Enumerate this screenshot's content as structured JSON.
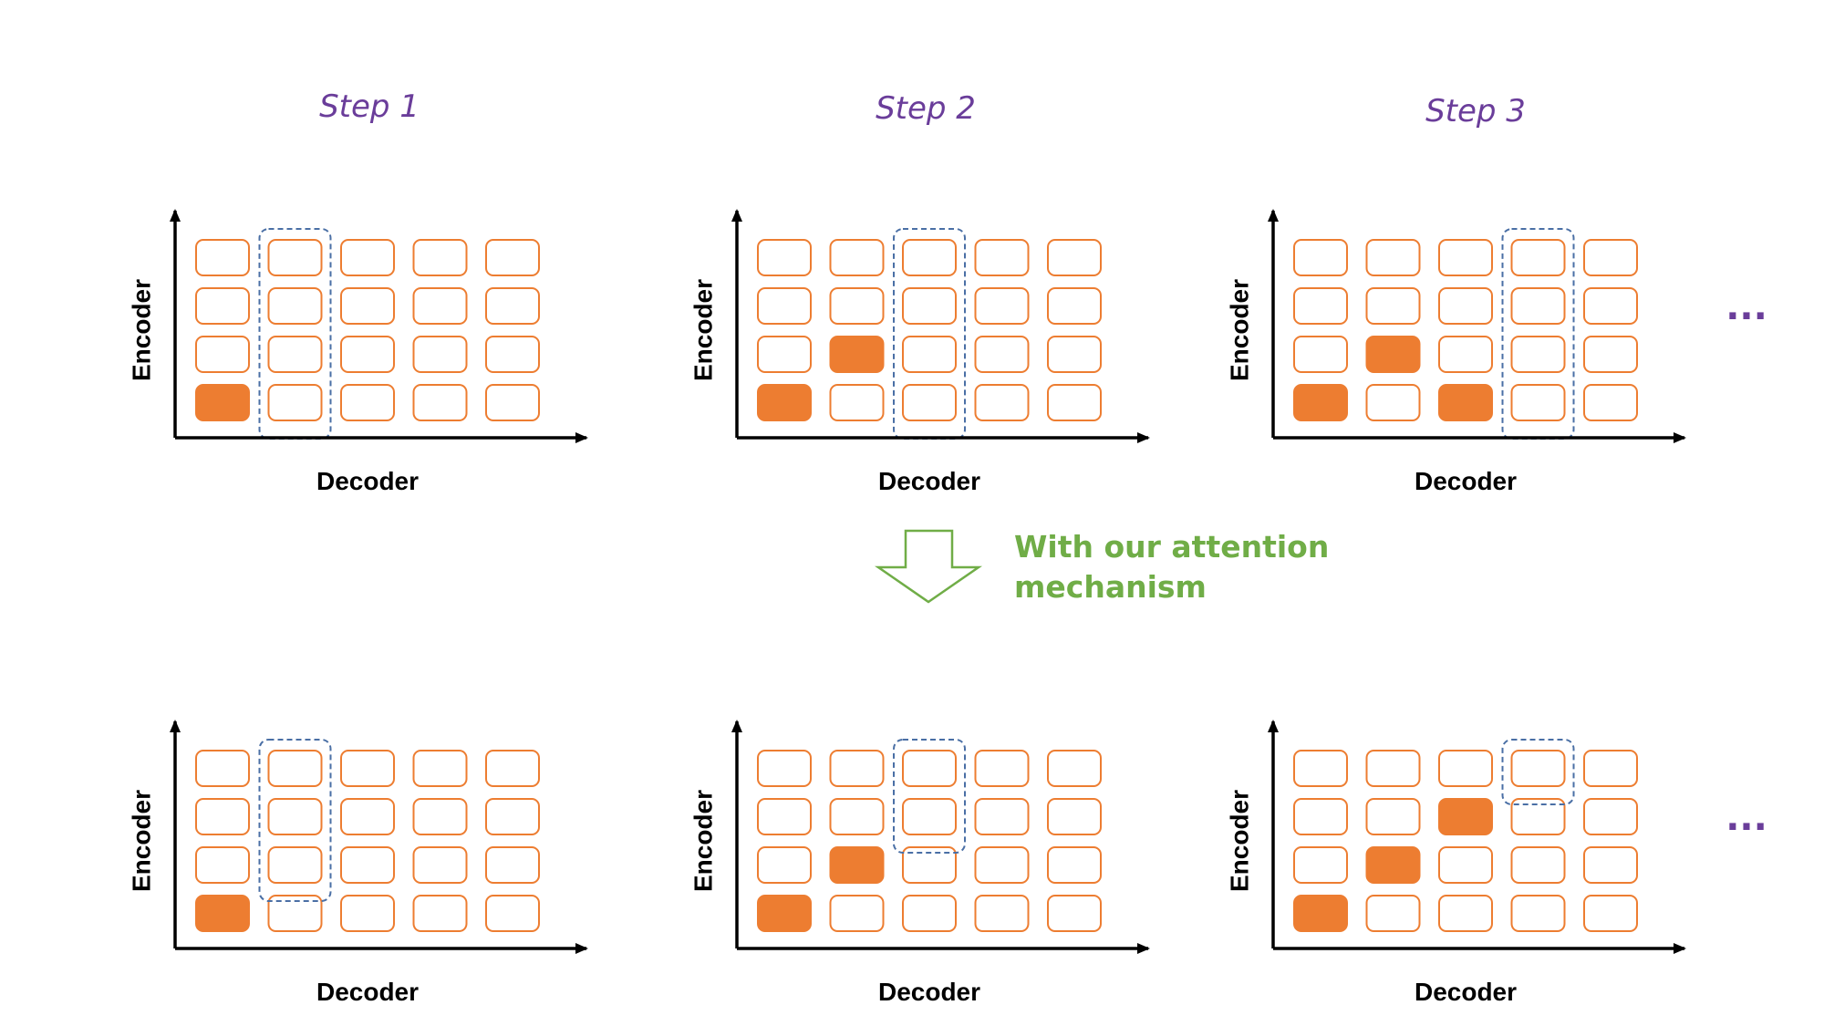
{
  "colors": {
    "cell_outline": "#ed7d31",
    "cell_active": "#ed7d31",
    "query_outline": "#4a6fa5",
    "title": "#6a3d9a",
    "note": "#70ad47",
    "axis": "#000000"
  },
  "steps": [
    {
      "title": "Step 1"
    },
    {
      "title": "Step 2"
    },
    {
      "title": "Step 3"
    }
  ],
  "axes": {
    "x_label": "Decoder",
    "y_label": "Encoder"
  },
  "ellipsis": "...",
  "transition": {
    "icon": "down-arrow-icon",
    "lines": [
      "With our attention",
      "mechanism"
    ]
  },
  "grid": {
    "rows": 4,
    "cols": 5
  },
  "rows": [
    {
      "name": "without-attention",
      "panels": [
        {
          "active": [
            [
              0,
              0
            ]
          ],
          "query_col": 1,
          "query_rows": [
            0,
            3
          ]
        },
        {
          "active": [
            [
              0,
              0
            ],
            [
              1,
              1
            ]
          ],
          "query_col": 2,
          "query_rows": [
            0,
            3
          ]
        },
        {
          "active": [
            [
              0,
              0
            ],
            [
              1,
              1
            ],
            [
              0,
              2
            ]
          ],
          "query_col": 3,
          "query_rows": [
            0,
            3
          ]
        }
      ]
    },
    {
      "name": "with-attention",
      "panels": [
        {
          "active": [
            [
              0,
              0
            ]
          ],
          "query_col": 1,
          "query_rows": [
            1,
            3
          ]
        },
        {
          "active": [
            [
              0,
              0
            ],
            [
              1,
              1
            ]
          ],
          "query_col": 2,
          "query_rows": [
            2,
            3
          ]
        },
        {
          "active": [
            [
              0,
              0
            ],
            [
              1,
              1
            ],
            [
              2,
              2
            ]
          ],
          "query_col": 3,
          "query_rows": [
            3,
            3
          ]
        }
      ]
    }
  ]
}
